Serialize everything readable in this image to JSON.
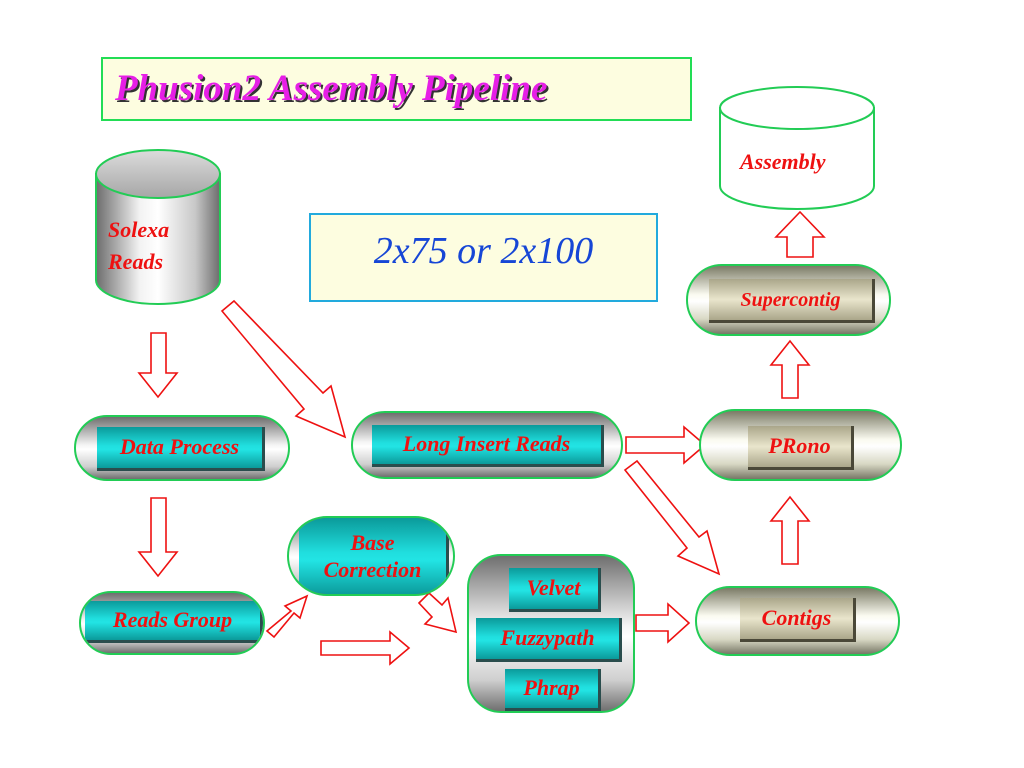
{
  "title": "Phusion2 Assembly Pipeline",
  "read_lengths": "2x75 or 2x100",
  "solexa": {
    "line1": "Solexa",
    "line2": "Reads"
  },
  "assembly": "Assembly",
  "data_process": "Data Process",
  "reads_group": "Reads Group",
  "base_correction": {
    "line1": "Base",
    "line2": "Correction"
  },
  "long_insert_reads": "Long Insert Reads",
  "assemblers": [
    "Velvet",
    "Fuzzypath",
    "Phrap"
  ],
  "contigs": "Contigs",
  "prono": "PRono",
  "supercontig": "Supercontig"
}
